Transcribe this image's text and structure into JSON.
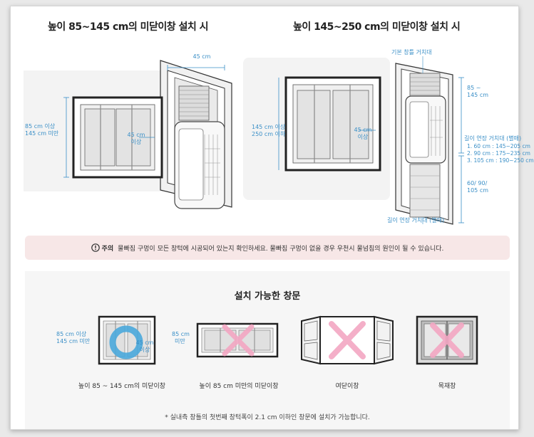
{
  "section_top_left": {
    "title": "높이 85~145 cm의 미닫이창 설치 시",
    "width_label": "45 cm",
    "height_label_1": "85 cm 이상",
    "height_label_2": "145 cm 미만",
    "gap_label_1": "45 cm",
    "gap_label_2": "이상"
  },
  "section_top_right": {
    "title": "높이 145~250 cm의 미닫이창 설치 시",
    "base_bracket_label": "기본 창틀 거치대",
    "height_label_1": "145 cm 이상",
    "height_label_2": "250 cm 이하",
    "gap_label_1": "45 cm",
    "gap_label_2": "이상",
    "upper_range_1": "85 ~",
    "upper_range_2": "145 cm",
    "ext_title": "길이 연장 거치대 (별매)",
    "ext_1": "1. 60 cm : 145~205 cm",
    "ext_2": "2. 90 cm : 175~235 cm",
    "ext_3": "3. 105 cm : 190~250 cm",
    "lower_range_1": "60/ 90/",
    "lower_range_2": "105 cm",
    "ext_bottom_label": "길이 연장 거치대 (별매)"
  },
  "notice": {
    "icon": "exclamation-circle-icon",
    "label": "주의",
    "text": "물빠짐 구멍이 모든 창턱에 시공되어 있는지 확인하세요. 물빠짐 구멍이 없을 경우 우천시 물넘침의 원인이 될 수 있습니다."
  },
  "windows_section": {
    "title": "설치 가능한 창문",
    "items": [
      {
        "caption": "높이 85 ~ 145 cm의 미닫이창",
        "label_1": "85 cm 이상",
        "label_2": "145 cm 미만",
        "label_3": "45 cm",
        "label_4": "이상",
        "mark": "circle-icon"
      },
      {
        "caption": "높이 85 cm 미만의 미닫이창",
        "label_1": "85 cm",
        "label_2": "미만",
        "mark": "x-icon"
      },
      {
        "caption": "여닫이창",
        "mark": "x-icon"
      },
      {
        "caption": "목재창",
        "mark": "x-icon"
      }
    ],
    "footnote": "* 실내측 창틀의 첫번째 창턱폭이 2.1 cm 이하인 창문에 설치가 가능합니다."
  },
  "colors": {
    "accent_blue": "#3a8fc7",
    "circle_blue": "#4aa8dc",
    "x_pink": "#f3a7c3",
    "notice_bg": "#f7e7e7"
  }
}
